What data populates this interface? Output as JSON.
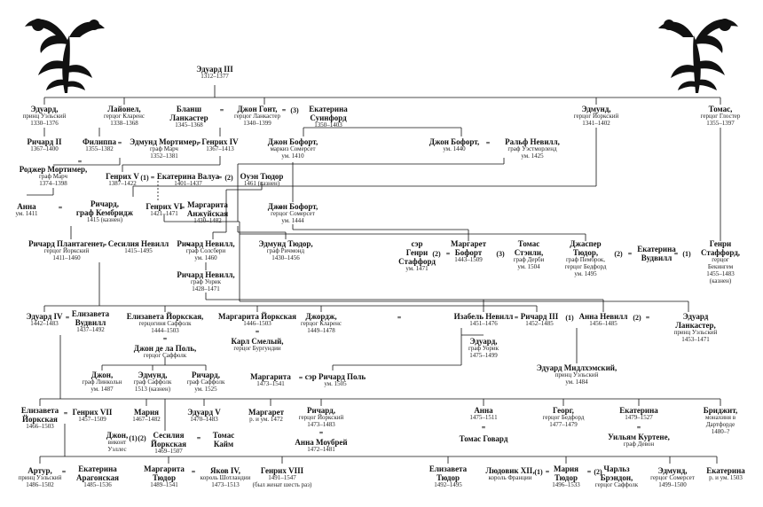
{
  "people": [
    {
      "id": "edward3",
      "name": "Эдуард III",
      "dates": "1312–1377"
    },
    {
      "id": "edward_bp",
      "name": "Эдуард,",
      "dates": "принц Уэльский\n1330–1376"
    },
    {
      "id": "lionel",
      "name": "Лайонел,",
      "dates": "герцог Кларенс\n1338–1368"
    },
    {
      "id": "blanche",
      "name": "Бланш\nЛанкастер",
      "dates": "1345–1368"
    },
    {
      "id": "john_gaunt",
      "name": "Джон Гонт,",
      "dates": "герцог Ланкастер\n1340–1399"
    },
    {
      "id": "kath_swynford",
      "name": "Екатерина\nСуинфорд",
      "dates": "1350–1403"
    },
    {
      "id": "edmund_york",
      "name": "Эдмунд,",
      "dates": "герцог Йоркский\n1341–1402"
    },
    {
      "id": "thomas_gl",
      "name": "Томас,",
      "dates": "герцог Глостер\n1355–1397"
    },
    {
      "id": "richard2",
      "name": "Ричард II",
      "dates": "1367–1400"
    },
    {
      "id": "philippa",
      "name": "Филиппа",
      "dates": "1355–1382"
    },
    {
      "id": "edmund_mortimer",
      "name": "Эдмунд Мортимер,",
      "dates": "граф Марч\n1352–1381"
    },
    {
      "id": "henry4",
      "name": "Генрих IV",
      "dates": "1367–1413"
    },
    {
      "id": "john_beaufort1",
      "name": "Джон Бофорт,",
      "dates": "маркиз Сомерсет\nум. 1410"
    },
    {
      "id": "john_beaufort_w",
      "name": "Джон Бофорт,",
      "dates": "ум. 1440"
    },
    {
      "id": "ralph_neville",
      "name": "Ральф  Невилл,",
      "dates": "граф Уэстморленд\nум. 1425"
    },
    {
      "id": "roger_mortimer",
      "name": "Роджер Мортимер,",
      "dates": "граф Марч\n1374–1398"
    },
    {
      "id": "henry5",
      "name": "Генрих V",
      "dates": "1387–1422"
    },
    {
      "id": "kath_valois",
      "name": "Екатерина Валуа",
      "dates": "1401–1437"
    },
    {
      "id": "owen_tudor",
      "name": "Оуэн Тюдор",
      "dates": "1461 (казнен)"
    },
    {
      "id": "anne_mortimer",
      "name": "Анна",
      "dates": "ум. 1411"
    },
    {
      "id": "richard_cam",
      "name": "Ричард,\nграф Кембридж",
      "dates": "1415 (казнен)"
    },
    {
      "id": "henry6",
      "name": "Генрих VI",
      "dates": "1421–1471"
    },
    {
      "id": "margaret_anjou",
      "name": "Маргарита\nАнжуйская",
      "dates": "1430–1482"
    },
    {
      "id": "john_beaufort2",
      "name": "Джон Бофорт,",
      "dates": "герцог Сомерсет\nум. 1444"
    },
    {
      "id": "richard_plantagenet",
      "name": "Ричард Плантагенет,",
      "dates": "герцог Йоркский\n1411–1460"
    },
    {
      "id": "cecily_neville",
      "name": "Сесилия Невилл",
      "dates": "1415–1495"
    },
    {
      "id": "richard_salisbury",
      "name": "Ричард Невилл,",
      "dates": "граф Солсбери\nум. 1460"
    },
    {
      "id": "edmund_tudor",
      "name": "Эдмунд Тюдор,",
      "dates": "граф Ричмонд\n1430–1456"
    },
    {
      "id": "henry_stafford1",
      "name": "сэр\nГенри\nСтаффорд",
      "dates": "ум. 1471"
    },
    {
      "id": "margaret_beaufort",
      "name": "Маргарет\nБофорт",
      "dates": "1443–1509"
    },
    {
      "id": "thomas_stanley",
      "name": "Томас\nСтэнли,",
      "dates": "граф Дерби\nум. 1504"
    },
    {
      "id": "jasper_tudor",
      "name": "Джаспер\nТюдор,",
      "dates": "граф Пемброк,\nгерцог Бедфорд\nум. 1495"
    },
    {
      "id": "kath_woodville",
      "name": "Екатерина\nВудвилл",
      "dates": ""
    },
    {
      "id": "henry_stafford2",
      "name": "Генри\nСтаффорд,",
      "dates": "герцог Бекингем\n1455–1483 (казнен)"
    },
    {
      "id": "richard_warwick",
      "name": "Ричард Невилл,",
      "dates": "граф Уорик\n1428–1471"
    },
    {
      "id": "edward4",
      "name": "Эдуард IV",
      "dates": "1442–1483"
    },
    {
      "id": "eliz_woodville",
      "name": "Елизавета\nВудвилл",
      "dates": "1437–1492"
    },
    {
      "id": "eliz_york_s",
      "name": "Елизавета Йоркская,",
      "dates": "герцогиня Саффолк\n1444–1503"
    },
    {
      "id": "john_pole",
      "name": "Джон де ла Поль,",
      "dates": "герцог Саффолк"
    },
    {
      "id": "margaret_york",
      "name": "Маргарита Йоркская",
      "dates": "1446–1503"
    },
    {
      "id": "charles_bold",
      "name": "Карл Смелый,",
      "dates": "герцог Бургундии"
    },
    {
      "id": "george_clarence",
      "name": "Джордж,",
      "dates": "герцог Кларенс\n1449–1478"
    },
    {
      "id": "isabel_neville",
      "name": "Изабель Невилл",
      "dates": "1451–1476"
    },
    {
      "id": "richard3",
      "name": "Ричард III",
      "dates": "1452–1485"
    },
    {
      "id": "anne_neville",
      "name": "Анна Невилл",
      "dates": "1456–1485"
    },
    {
      "id": "edward_lanc",
      "name": "Эдуард Ланкастер,",
      "dates": "принц Уэльский\n1453–1471"
    },
    {
      "id": "edward_warwick",
      "name": "Эдуард,",
      "dates": "граф Уорик\n1475–1499"
    },
    {
      "id": "john_lincoln",
      "name": "Джон,",
      "dates": "граф Линкольн\nум. 1487"
    },
    {
      "id": "edmund_suffolk",
      "name": "Эдмунд,",
      "dates": "граф Саффолк\n1513 (казнен)"
    },
    {
      "id": "richard_suffolk",
      "name": "Ричард,",
      "dates": "граф Саффолк\nум. 1525"
    },
    {
      "id": "margaret_cl",
      "name": "Маргарита",
      "dates": "1473–1541"
    },
    {
      "id": "richard_pole",
      "name": "сэр Ричард Поль",
      "dates": "ум. 1505"
    },
    {
      "id": "edward_middleham",
      "name": "Эдуард Мидлхэмский,",
      "dates": "принц Уэльский\nум. 1484"
    },
    {
      "id": "eliz_york",
      "name": "Елизавета\nЙоркская",
      "dates": "1466–1503"
    },
    {
      "id": "henry7",
      "name": "Генрих VII",
      "dates": "1457–1509"
    },
    {
      "id": "mary_y",
      "name": "Мария",
      "dates": "1467–1482"
    },
    {
      "id": "edward5",
      "name": "Эдуард V",
      "dates": "1470–1483"
    },
    {
      "id": "margaret_y",
      "name": "Маргарет",
      "dates": "р. и ум. 1472"
    },
    {
      "id": "richard_york",
      "name": "Ричард,",
      "dates": "герцог Йоркский\n1473–1483"
    },
    {
      "id": "anne_mowbray",
      "name": "Анна Моубрей",
      "dates": "1472–1481"
    },
    {
      "id": "anne_y",
      "name": "Анна",
      "dates": "1475–1511"
    },
    {
      "id": "thomas_howard",
      "name": "Томас Говард",
      "dates": ""
    },
    {
      "id": "george_y",
      "name": "Георг,",
      "dates": "герцог Бедфорд\n1477–1479"
    },
    {
      "id": "katherine_y",
      "name": "Екатерина",
      "dates": "1479–1527"
    },
    {
      "id": "william_courtenay",
      "name": "Уильям Куртене,",
      "dates": "граф Девон"
    },
    {
      "id": "bridget_y",
      "name": "Бриджит,",
      "dates": "монахиня в Дартфорде\n1480–?"
    },
    {
      "id": "john_welles",
      "name": "Джон,",
      "dates": "виконт\nУэллес"
    },
    {
      "id": "cecily_y",
      "name": "Сесилия\nЙоркская",
      "dates": "1469–1507"
    },
    {
      "id": "thomas_kyme",
      "name": "Томас\nКайм",
      "dates": ""
    },
    {
      "id": "arthur",
      "name": "Артур,",
      "dates": "принц Уэльский\n1486–1502"
    },
    {
      "id": "kath_aragon",
      "name": "Екатерина\nАрагонская",
      "dates": "1485–1536"
    },
    {
      "id": "margaret_tudor",
      "name": "Маргарита\nТюдор",
      "dates": "1489–1541"
    },
    {
      "id": "james4",
      "name": "Яков IV,",
      "dates": "король Шотландии\n1473–1513"
    },
    {
      "id": "henry8",
      "name": "Генрих VIII",
      "dates": "1491–1547\n(был женат шесть раз)"
    },
    {
      "id": "eliz_tudor",
      "name": "Елизавета\nТюдор",
      "dates": "1492–1495"
    },
    {
      "id": "louis12",
      "name": "Людовик XII,",
      "dates": "король Франции"
    },
    {
      "id": "mary_tudor",
      "name": "Мария\nТюдор",
      "dates": "1496–1533"
    },
    {
      "id": "charles_brandon",
      "name": "Чарльз\nБрэндон,",
      "dates": "герцог Саффолк"
    },
    {
      "id": "edmund_t",
      "name": "Эдмунд,",
      "dates": "герцог Сомерсет\n1499–1500"
    },
    {
      "id": "katherine_t",
      "name": "Екатерина",
      "dates": "р. и ум. 1503"
    }
  ],
  "marriage_signs": [
    "=",
    "=",
    "(3)",
    "=",
    "=",
    "=",
    "=",
    "(1)",
    "=",
    "(2)",
    "=",
    "=",
    "=",
    "=",
    "(2)",
    "=",
    "(3)",
    "(2)",
    "=",
    "(1)",
    "=",
    "=",
    "=",
    "=",
    "=",
    "=",
    "(1)",
    "=",
    "(2)",
    "=",
    "=",
    "=",
    "=",
    "=",
    "=",
    "=",
    "(1)",
    "=",
    "(2)",
    "=",
    "=",
    "=",
    "(1)",
    "=",
    "(2)"
  ],
  "colors": {
    "ink": "#111111",
    "paper": "#ffffff"
  },
  "icons": [
    "floral-ornament-icon",
    "floral-ornament-icon"
  ]
}
